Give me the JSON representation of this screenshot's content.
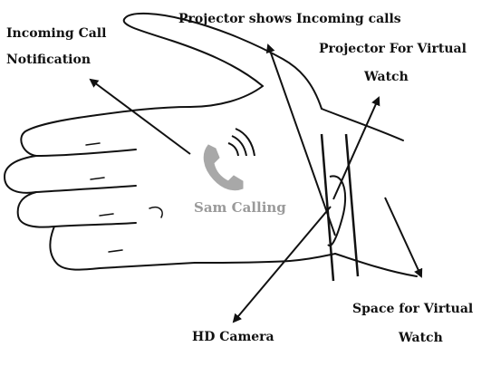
{
  "labels": {
    "incoming_call_notification_line1": "Incoming Call",
    "incoming_call_notification_line2": "Notification",
    "projector_incoming_calls": "Projector shows Incoming calls",
    "projector_virtual_watch_line1": "Projector For Virtual",
    "projector_virtual_watch_line2": "Watch",
    "hd_camera": "HD Camera",
    "space_virtual_watch_line1": "Space for Virtual",
    "space_virtual_watch_line2": "Watch"
  },
  "notification": {
    "caller_text": "Sam Calling",
    "icon": "phone-handset-icon",
    "icon_color": "#a8a8a8"
  },
  "colors": {
    "ink": "#111111",
    "caller_text": "#9a9a9a"
  }
}
